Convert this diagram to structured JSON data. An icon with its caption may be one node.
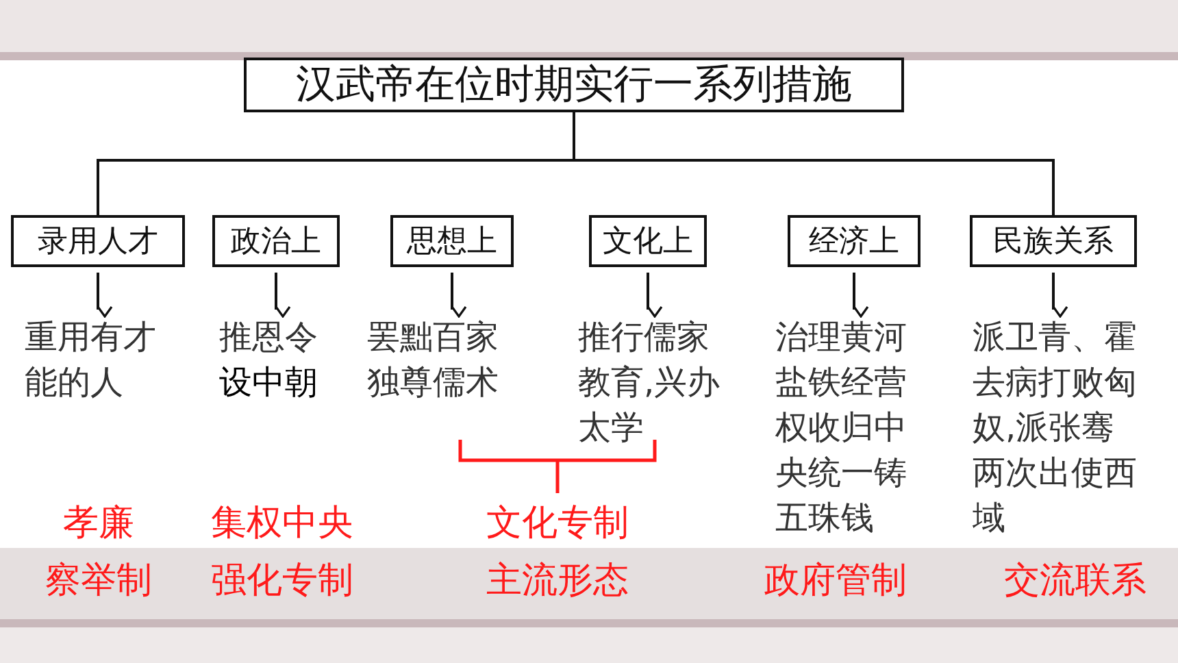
{
  "diagram": {
    "nodes": [
      {
        "text": [
          "汉武帝在位时期实行一系列措施"
        ]
      },
      {
        "text": [
          "录用人才"
        ]
      },
      {
        "text": [
          "政治上"
        ]
      },
      {
        "text": [
          "思想上"
        ]
      },
      {
        "text": [
          "文化上"
        ]
      },
      {
        "text": [
          "经济上"
        ]
      },
      {
        "text": [
          "民族关系"
        ]
      },
      {
        "text": [
          "重用有才能的人"
        ]
      },
      {
        "text": [
          "推恩令",
          "设中朝"
        ]
      },
      {
        "text": [
          "罢黜百家独尊儒术"
        ]
      },
      {
        "text": [
          "推行儒家教育,兴办太学"
        ]
      },
      {
        "text": [
          "治理黄河盐铁经营权收归中央统一铸五珠钱"
        ]
      },
      {
        "text": [
          "派卫青、霍去病打败匈奴,派张骞两次出使西域"
        ]
      }
    ],
    "edges": [
      {
        "from": 0,
        "to": 1,
        "arrow": "none"
      },
      {
        "from": 0,
        "to": 6,
        "arrow": "none"
      },
      {
        "from": 1,
        "to": 7,
        "arrow": "to"
      },
      {
        "from": 2,
        "to": 8,
        "arrow": "to"
      },
      {
        "from": 3,
        "to": 9,
        "arrow": "to"
      },
      {
        "from": 4,
        "to": 10,
        "arrow": "to"
      },
      {
        "from": 5,
        "to": 11,
        "arrow": "to"
      },
      {
        "from": 6,
        "to": 12,
        "arrow": "to"
      }
    ],
    "labels": [
      "孝廉",
      "集权中央",
      "文化专制",
      "察举制",
      "强化专制",
      "主流形态",
      "政府管制",
      "交流联系"
    ]
  }
}
